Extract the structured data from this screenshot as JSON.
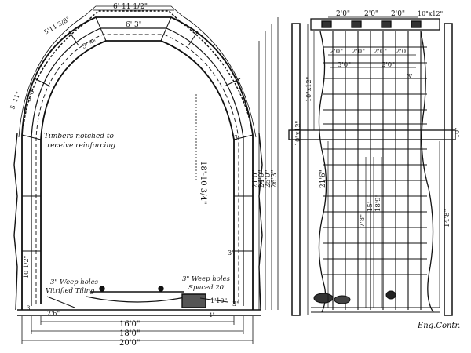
{
  "figure": {
    "credit": "Eng.Contr.",
    "section": {
      "notes": {
        "timbers": [
          "Timbers notched to",
          "receive reinforcing"
        ],
        "weep_left": [
          "3\" Weep holes",
          "Vitrified Tiling"
        ],
        "weep_right": [
          "3\" Weep holes",
          "Spaced 20'"
        ]
      },
      "dims": {
        "crown_outer": "6' 11 1/2\"",
        "crown_inner": "6' 3\"",
        "arch_thick": "5'11 3/8\"",
        "arch_inner": "5' 5\"",
        "side_a": "3' 6\"",
        "side_b": "5' 11\"",
        "wall_top": "3'",
        "wall_mid": "3\"",
        "wall_low": "10 1/2\"",
        "springing": "18'-10 3/4\"",
        "h1": "21'0\"",
        "h2": "24'0\"",
        "h3": "25'0\"",
        "h4": "26'3\"",
        "footing": "2'6\"",
        "drain_dim": "1'10\"",
        "drain_depth": "3'",
        "base_a": "3'",
        "base_b": "4\"",
        "width_inner": "16'0\"",
        "width_mid": "18'0\"",
        "width_outer": "20'0\""
      }
    },
    "elevation": {
      "top_spacing": [
        "2'0\"",
        "2'0\"",
        "2'0\""
      ],
      "top_spacing_end": "10\"x12\"",
      "row2": [
        "2'0\"",
        "2'0\"",
        "2'0\"",
        "2'0\""
      ],
      "row3": [
        "3'0\"",
        "3'0\""
      ],
      "row4": "3'",
      "timber_upper": "10\"x12\"",
      "timber_mid": "10\"x12\"",
      "timber_mid_right": "10\"",
      "height_inner": "21'6\"",
      "bar_a": "7'8\"",
      "bar_b": "15'",
      "bar_c": "18'9\"",
      "height_right": "14'8\""
    }
  }
}
